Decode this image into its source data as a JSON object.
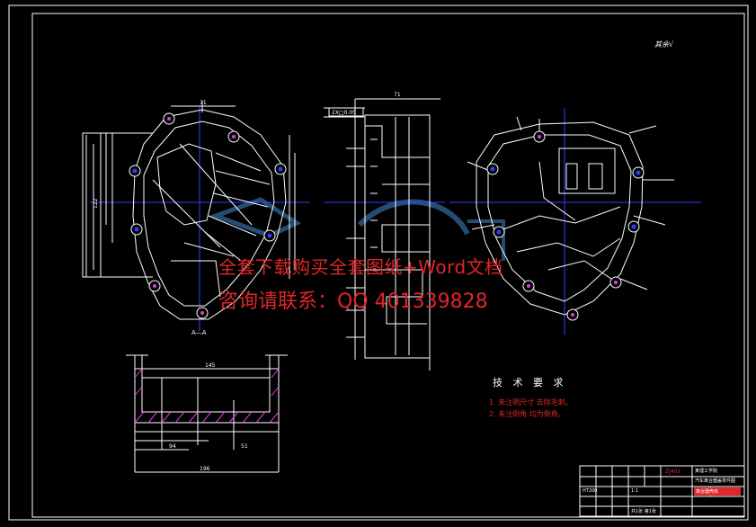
{
  "drawing": {
    "roughness_note": "其余√",
    "section_label": "A—A",
    "watermark_line1": "全套下载购买全套图纸+Word文档",
    "watermark_line2": "咨询请联系：QQ 401339828",
    "tech_title": "技 术 要 求",
    "tech_items": [
      "1. 未注明尺寸 去除毛刺。",
      "2. 未注倒角 均为倒角。"
    ]
  },
  "dimensions": {
    "top_left_1": "71",
    "top_left_2": "122",
    "front_top": "71",
    "front_spec": "2X□0.05",
    "bottom_1": "145",
    "bottom_2": "94",
    "bottom_3": "196",
    "bottom_4": "51"
  },
  "title_block": {
    "drawing_no": "ZJ401",
    "school_name": "某理工学院",
    "part_name": "汽车离合器盖零件图",
    "material": "HT200",
    "scale": "1:1",
    "sheet": "共1张 第1张",
    "red_label": "离合器壳体"
  },
  "colors": {
    "background": "#000000",
    "line": "#ffffff",
    "center_line": "#2f3fff",
    "magenta": "#e23ae0",
    "red": "#e0262a",
    "watermark_logo": "#3d7fc0"
  }
}
